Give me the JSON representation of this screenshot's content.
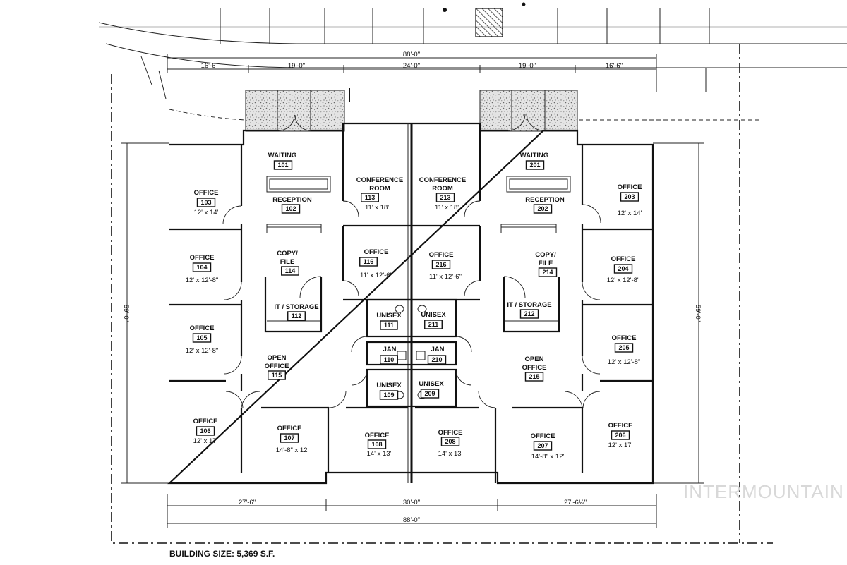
{
  "dimensions": {
    "top_overall": "88'-0\"",
    "top_segments": [
      "16'-6",
      "19'-0\"",
      "24'-0\"",
      "19'-0\"",
      "16'-6\""
    ],
    "bottom_segments": [
      "27'-6\"",
      "30'-0\"",
      "27'-6½\""
    ],
    "bottom_overall": "88'-0\"",
    "left_depth": "59'-0\"",
    "right_depth": "59'-0\""
  },
  "rooms": {
    "r101": {
      "name": "WAITING",
      "number": "101",
      "size": ""
    },
    "r102": {
      "name": "RECEPTION",
      "number": "102",
      "size": ""
    },
    "r103": {
      "name": "OFFICE",
      "number": "103",
      "size": "12' x 14'"
    },
    "r104": {
      "name": "OFFICE",
      "number": "104",
      "size": "12' x 12'-8\""
    },
    "r105": {
      "name": "OFFICE",
      "number": "105",
      "size": "12' x 12'-8\""
    },
    "r106": {
      "name": "OFFICE",
      "number": "106",
      "size": "12' x 17'"
    },
    "r107": {
      "name": "OFFICE",
      "number": "107",
      "size": "14'-8\" x 12'"
    },
    "r108": {
      "name": "OFFICE",
      "number": "108",
      "size": "14' x 13'"
    },
    "r109": {
      "name": "UNISEX",
      "number": "109",
      "size": ""
    },
    "r110": {
      "name": "JAN",
      "number": "110",
      "size": ""
    },
    "r111": {
      "name": "UNISEX",
      "number": "111",
      "size": ""
    },
    "r112": {
      "name": "IT / STORAGE",
      "number": "112",
      "size": ""
    },
    "r113": {
      "name": "CONFERENCE ROOM",
      "number": "113",
      "size": "11' x 18'"
    },
    "r114": {
      "name": "COPY/ FILE",
      "number": "114",
      "size": ""
    },
    "r115": {
      "name": "OPEN OFFICE",
      "number": "115",
      "size": ""
    },
    "r116": {
      "name": "OFFICE",
      "number": "116",
      "size": "11' x 12'-6\""
    },
    "r201": {
      "name": "WAITING",
      "number": "201",
      "size": ""
    },
    "r202": {
      "name": "RECEPTION",
      "number": "202",
      "size": ""
    },
    "r203": {
      "name": "OFFICE",
      "number": "203",
      "size": "12' x 14'"
    },
    "r204": {
      "name": "OFFICE",
      "number": "204",
      "size": "12' x 12'-8\""
    },
    "r205": {
      "name": "OFFICE",
      "number": "205",
      "size": "12' x 12'-8\""
    },
    "r206": {
      "name": "OFFICE",
      "number": "206",
      "size": "12' x 17'"
    },
    "r207": {
      "name": "OFFICE",
      "number": "207",
      "size": "14'-8\" x 12'"
    },
    "r208": {
      "name": "OFFICE",
      "number": "208",
      "size": "14' x 13'"
    },
    "r209": {
      "name": "UNISEX",
      "number": "209",
      "size": ""
    },
    "r210": {
      "name": "JAN",
      "number": "210",
      "size": ""
    },
    "r211": {
      "name": "UNISEX",
      "number": "211",
      "size": ""
    },
    "r212": {
      "name": "IT / STORAGE",
      "number": "212",
      "size": ""
    },
    "r213": {
      "name": "CONFERENCE ROOM",
      "number": "213",
      "size": "11' x 18'"
    },
    "r214": {
      "name": "COPY/ FILE",
      "number": "214",
      "size": ""
    },
    "r215": {
      "name": "OPEN OFFICE",
      "number": "215",
      "size": ""
    },
    "r216": {
      "name": "OFFICE",
      "number": "216",
      "size": "11' x 12'-6\""
    }
  },
  "footer": {
    "building_size": "BUILDING SIZE: 5,369 S.F."
  },
  "watermark": "INTERMOUNTAIN"
}
